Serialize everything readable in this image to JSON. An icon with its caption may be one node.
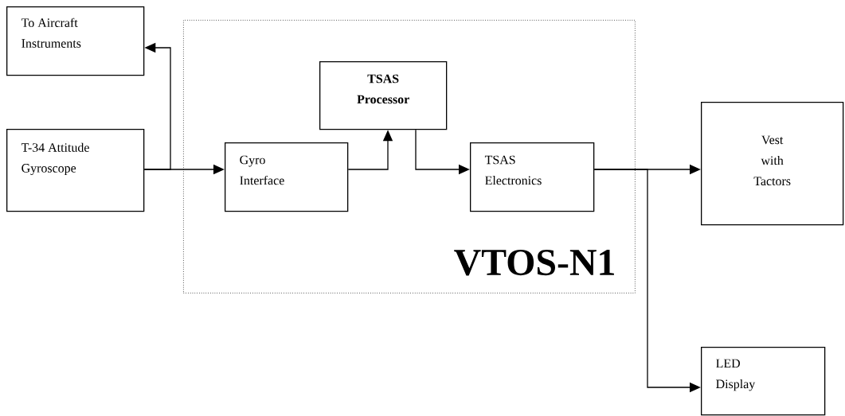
{
  "diagram": {
    "nodes": [
      {
        "text": [
          "To Aircraft Instruments"
        ]
      },
      {
        "text": [
          "T-34 Attitude Gyroscope"
        ]
      },
      {
        "text": [
          "VTOS-N1"
        ]
      },
      {
        "text": [
          "Gyro Interface"
        ],
        "in": 2
      },
      {
        "text": [
          "TSAS Processor"
        ],
        "in": 2
      },
      {
        "text": [
          "TSAS Electronics"
        ],
        "in": 2
      },
      {
        "text": [
          "Vest with Tactors"
        ]
      },
      {
        "text": [
          "LED Display"
        ]
      }
    ],
    "edges": [
      {
        "from": 1,
        "to": 3,
        "arrow": "to"
      },
      {
        "from": 1,
        "to": 0,
        "arrow": "to"
      },
      {
        "from": 3,
        "to": 4,
        "arrow": "to"
      },
      {
        "from": 4,
        "to": 5,
        "arrow": "to"
      },
      {
        "from": 5,
        "to": 6,
        "arrow": "to"
      },
      {
        "from": 5,
        "to": 7,
        "arrow": "to"
      }
    ]
  }
}
